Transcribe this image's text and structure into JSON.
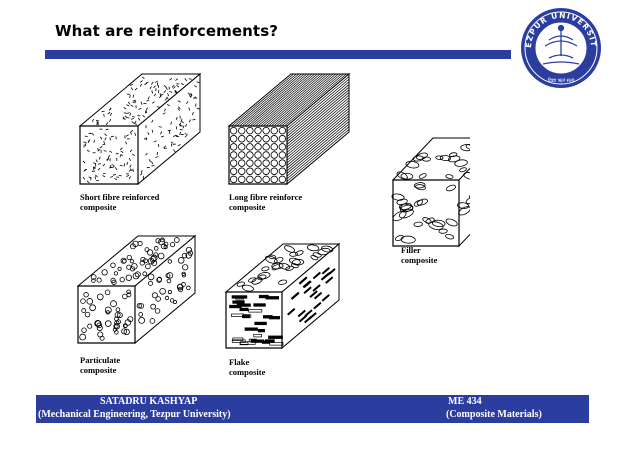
{
  "slide": {
    "title": "What are reinforcements?"
  },
  "logo": {
    "ring_text": "TEZPUR UNIVERSITY",
    "motto": "विद्या ऋतं सत्यं",
    "colors": {
      "primary": "#2b3ea0"
    }
  },
  "diagram": {
    "items": [
      {
        "line1": "Short fibre reinforced",
        "line2": "composite"
      },
      {
        "line1": "Long fibre reinforce",
        "line2": "composite"
      },
      {
        "line1": "Filler",
        "line2": "composite"
      },
      {
        "line1": "Particulate",
        "line2": "composite"
      },
      {
        "line1": "Flake",
        "line2": "composite"
      }
    ]
  },
  "footer": {
    "author": "SATADRU KASHYAP",
    "department": "(Mechanical Engineering, Tezpur University)",
    "course_code": "ME 434",
    "course_name": "(Composite Materials)"
  }
}
